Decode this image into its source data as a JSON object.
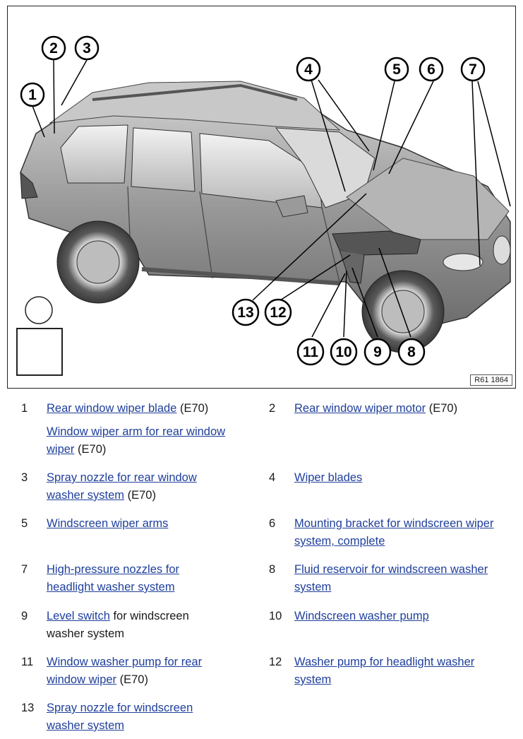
{
  "figure": {
    "id_label": "R61 1864",
    "callouts": [
      "1",
      "2",
      "3",
      "4",
      "5",
      "6",
      "7",
      "8",
      "9",
      "10",
      "11",
      "12",
      "13"
    ]
  },
  "legend": [
    {
      "num": "1",
      "link": "Rear window wiper blade",
      "suffix": " (E70)",
      "extra_link": "Window wiper arm for rear window wiper",
      "extra_suffix": " (E70)"
    },
    {
      "num": "2",
      "link": "Rear window wiper motor",
      "suffix": " (E70)"
    },
    {
      "num": "3",
      "link": "Spray nozzle for rear window washer system",
      "suffix": " (E70)"
    },
    {
      "num": "4",
      "link": "Wiper blades",
      "suffix": ""
    },
    {
      "num": "5",
      "link": "Windscreen wiper arms",
      "suffix": ""
    },
    {
      "num": "6",
      "link": "Mounting bracket for windscreen wiper system, complete",
      "suffix": ""
    },
    {
      "num": "7",
      "link": "High-pressure nozzles for headlight washer system",
      "suffix": ""
    },
    {
      "num": "8",
      "link": "Fluid reservoir for windscreen washer system",
      "suffix": ""
    },
    {
      "num": "9",
      "link": "Level switch",
      "suffix": " for windscreen washer system"
    },
    {
      "num": "10",
      "link": "Windscreen washer pump",
      "suffix": ""
    },
    {
      "num": "11",
      "link": "Window washer pump for rear window wiper",
      "suffix": " (E70)"
    },
    {
      "num": "12",
      "link": "Washer pump for headlight washer system",
      "suffix": ""
    },
    {
      "num": "13",
      "link": "Spray nozzle for windscreen washer system",
      "suffix": ""
    }
  ]
}
